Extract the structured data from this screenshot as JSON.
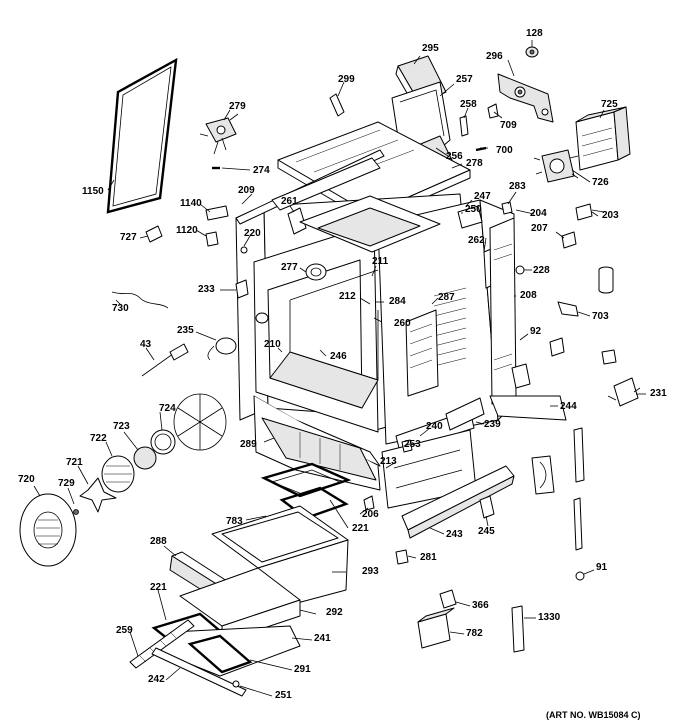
{
  "diagram": {
    "labels": {
      "l128": "128",
      "l295": "295",
      "l296": "296",
      "l299": "299",
      "l257": "257",
      "l279": "279",
      "l258": "258",
      "l725": "725",
      "l709": "709",
      "l700": "700",
      "l274": "274",
      "l256": "256",
      "l278": "278",
      "l726": "726",
      "l1150": "1150",
      "l209": "209",
      "l283": "283",
      "l1140": "1140",
      "l261": "261",
      "l247": "247",
      "l250": "250",
      "l204": "204",
      "l203": "203",
      "l1120": "1120",
      "l220": "220",
      "l262": "262",
      "l207": "207",
      "l727": "727",
      "l211": "211",
      "l277": "277",
      "l228": "228",
      "l233": "233",
      "l212": "212",
      "l284": "284",
      "l287": "287",
      "l208": "208",
      "l730": "730",
      "l260": "260",
      "l703": "703",
      "l235": "235",
      "l92": "92",
      "l43": "43",
      "l210": "210",
      "l246": "246",
      "l231": "231",
      "l244": "244",
      "l724": "724",
      "l239": "239",
      "l240": "240",
      "l723": "723",
      "l722": "722",
      "l289": "289",
      "l253": "253",
      "l213": "213",
      "l721": "721",
      "l720": "720",
      "l729": "729",
      "l206": "206",
      "l221a": "221",
      "l783": "783",
      "l243": "243",
      "l245": "245",
      "l288": "288",
      "l281": "281",
      "l91": "91",
      "l293": "293",
      "l221b": "221",
      "l366": "366",
      "l292": "292",
      "l259": "259",
      "l1330": "1330",
      "l782": "782",
      "l241": "241",
      "l291": "291",
      "l242": "242",
      "l251": "251"
    },
    "art_number": "(ART NO. WB15084 C)"
  }
}
